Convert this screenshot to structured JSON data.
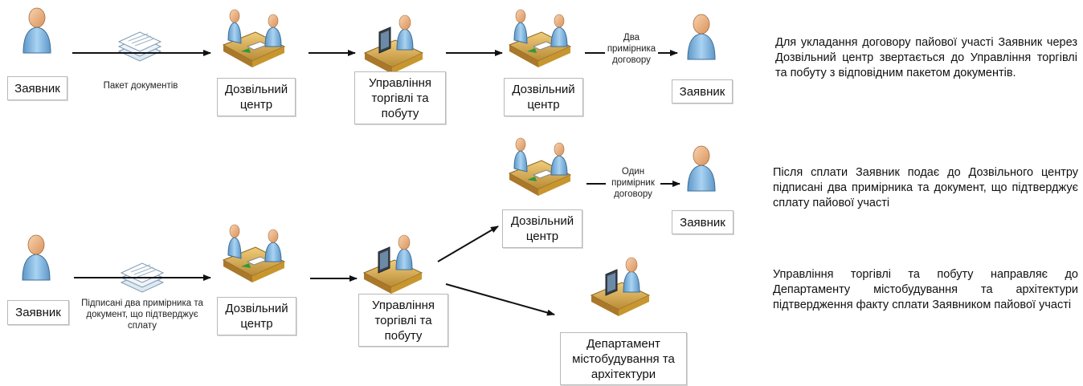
{
  "row1": {
    "applicant_start": "Заявник",
    "docs_label": "Пакет документів",
    "permit_center_1": "Дозвільний центр",
    "trade_dept": "Управління торгівлі та побуту",
    "permit_center_2": "Дозвільний центр",
    "copies_label": "Два примірника договору",
    "applicant_end": "Заявник"
  },
  "row2": {
    "applicant_start": "Заявник",
    "docs_label": "Підписані два примірника та документ, що підтверджує сплату",
    "permit_center_1": "Дозвільний центр",
    "trade_dept": "Управління торгівлі та побуту",
    "permit_center_upper": "Дозвільний центр",
    "copy_label": "Один примірник договору",
    "applicant_end": "Заявник",
    "urban_dept": "Департамент містобудування та архітектури"
  },
  "descriptions": [
    "Для укладання договору пайової участі Заявник через Дозвільний центр звертається до Управління торгівлі та побуту з відповідним пакетом документів.",
    "Після сплати Заявник подає до Дозвільного центру підписані два примірника та документ, що підтверджує сплату пайової участі",
    "Управління торгівлі та побуту направляє до Департаменту містобудування та архітектури підтвердження факту сплати Заявником пайової участі"
  ],
  "colors": {
    "person": "#8fc0e6",
    "skin": "#f0b98c",
    "desk": "#e0b25a",
    "arrow": "#111111"
  }
}
